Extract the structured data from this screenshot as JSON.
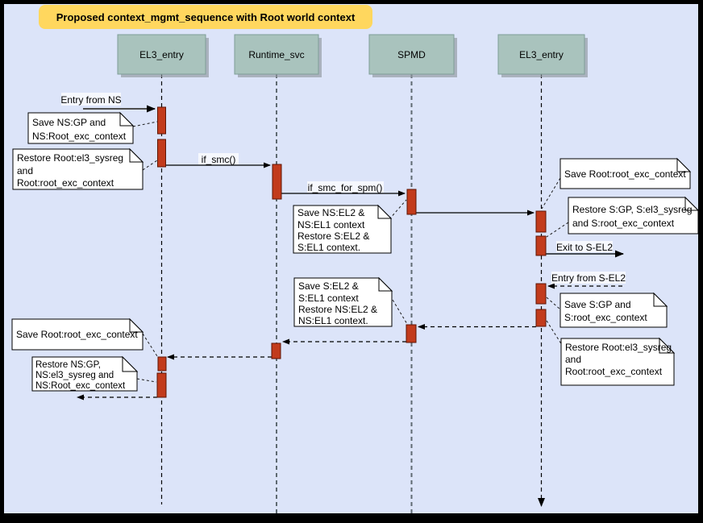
{
  "title": "Proposed context_mgmt_sequence with Root world context",
  "actors": [
    {
      "label": "EL3_entry"
    },
    {
      "label": "Runtime_svc"
    },
    {
      "label": "SPMD"
    },
    {
      "label": "EL3_entry"
    }
  ],
  "messages": {
    "entry_from_ns": "Entry from NS",
    "if_smc": "if_smc()",
    "if_smc_for_spm": "if_smc_for_spm()",
    "exit_to_sel2": "Exit to S-EL2",
    "entry_from_sel2": "Entry from S-EL2"
  },
  "notes": {
    "save_ns_gp": [
      "Save NS:GP and",
      "NS:Root_exc_context"
    ],
    "restore_root_top": [
      "Restore Root:el3_sysreg",
      "and",
      "Root:root_exc_context"
    ],
    "spmd_entry": [
      "Save NS:EL2 &",
      "NS:EL1 context",
      "Restore S:EL2 &",
      "S:EL1 context."
    ],
    "save_root_exc_right": [
      "Save Root:root_exc_context"
    ],
    "restore_s_gp": [
      "Restore S:GP, S:el3_sysreg",
      "and S:root_exc_context"
    ],
    "spmd_return": [
      "Save S:EL2 &",
      "S:EL1 context",
      "Restore NS:EL2 &",
      "NS:EL1 context."
    ],
    "save_s_gp": [
      "Save S:GP and",
      "S:root_exc_context"
    ],
    "restore_root_bottom": [
      "Restore Root:el3_sysreg",
      "and",
      "Root:root_exc_context"
    ],
    "save_root_exc_left": [
      "Save Root:root_exc_context"
    ],
    "restore_ns_gp": [
      "Restore NS:GP,",
      "NS:el3_sysreg and",
      "NS:Root_exc_context"
    ]
  },
  "colors": {
    "background": "#dce4f9",
    "frame": "#000000",
    "title_bg": "#ffd75e",
    "actor_fill": "#a9c3bd",
    "actor_border": "#7e9e98",
    "activation_fill": "#c23b1c",
    "activation_border": "#5e1505",
    "note_fill": "#ffffff",
    "label_bg": "#f6f8fe"
  }
}
